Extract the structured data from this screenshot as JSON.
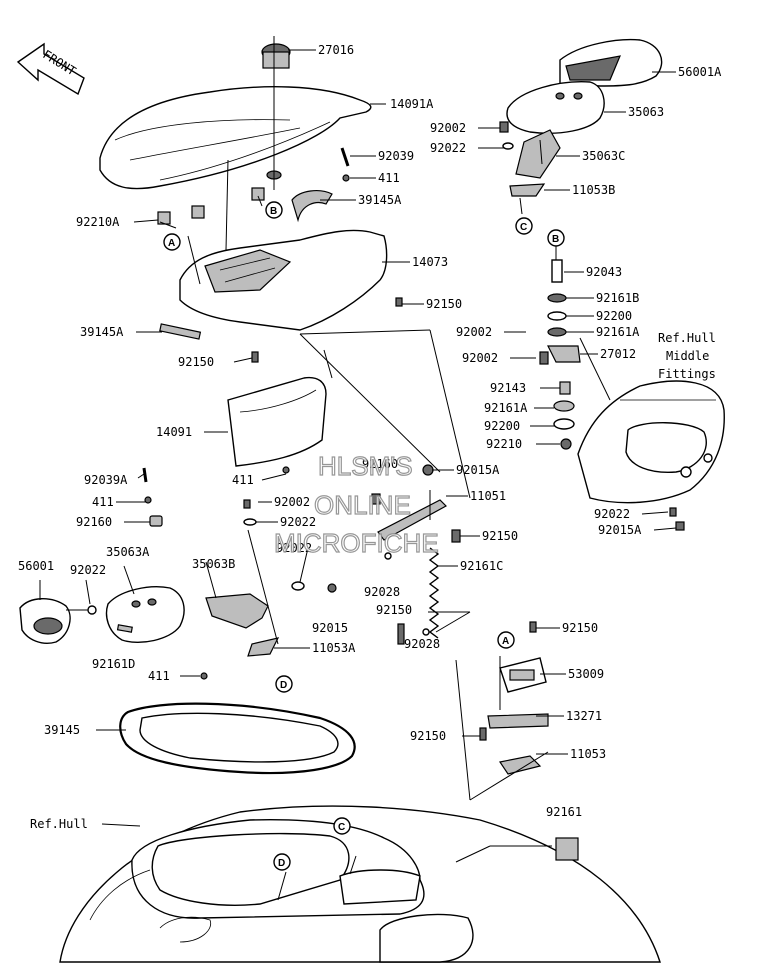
{
  "front_label": "FRONT",
  "watermark": [
    "HLSM'S",
    "ONLINE",
    "MICROFICHE"
  ],
  "callouts": {
    "A": "A",
    "B": "B",
    "C": "C",
    "D": "D"
  },
  "notes": {
    "ref_hull_middle": [
      "Ref.Hull",
      "Middle",
      "Fittings"
    ],
    "ref_hull": "Ref.Hull"
  },
  "parts": {
    "p27016": "27016",
    "p14091A": "14091A",
    "p92039": "92039",
    "p411_top": "411",
    "p39145A_top": "39145A",
    "p92210A": "92210A",
    "p14073": "14073",
    "p92150_a": "92150",
    "p39145A_left": "39145A",
    "p92150_b": "92150",
    "p14091": "14091",
    "p411_mid": "411",
    "p92002_mid": "92002",
    "p92022_mid": "92022",
    "p92160_mid": "92160",
    "p92015A_mid": "92015A",
    "p11051": "11051",
    "p92150_c": "92150",
    "p92022_b": "92022",
    "p92028_a": "92028",
    "p92161C": "92161C",
    "p92150_d": "92150",
    "p92028_b": "92028",
    "p92015": "92015",
    "p92039A": "92039A",
    "p411_left": "411",
    "p92160_left": "92160",
    "p35063A": "35063A",
    "p35063B": "35063B",
    "p56001": "56001",
    "p92022_left": "92022",
    "p92161D": "92161D",
    "p411_bot": "411",
    "p11053A": "11053A",
    "p56001A": "56001A",
    "p35063": "35063",
    "p92002_top": "92002",
    "p92022_top": "92022",
    "p35063C": "35063C",
    "p11053B": "11053B",
    "p92043": "92043",
    "p92161B": "92161B",
    "p92200_a": "92200",
    "p92002_r1": "92002",
    "p92161A_a": "92161A",
    "p92002_r2": "92002",
    "p27012": "27012",
    "p92143": "92143",
    "p92161A_b": "92161A",
    "p92200_b": "92200",
    "p92210": "92210",
    "p92022_r": "92022",
    "p92015A_r": "92015A",
    "p92150_e": "92150",
    "p53009": "53009",
    "p13271": "13271",
    "p92150_f": "92150",
    "p11053": "11053",
    "p39145": "39145",
    "p92161": "92161"
  }
}
